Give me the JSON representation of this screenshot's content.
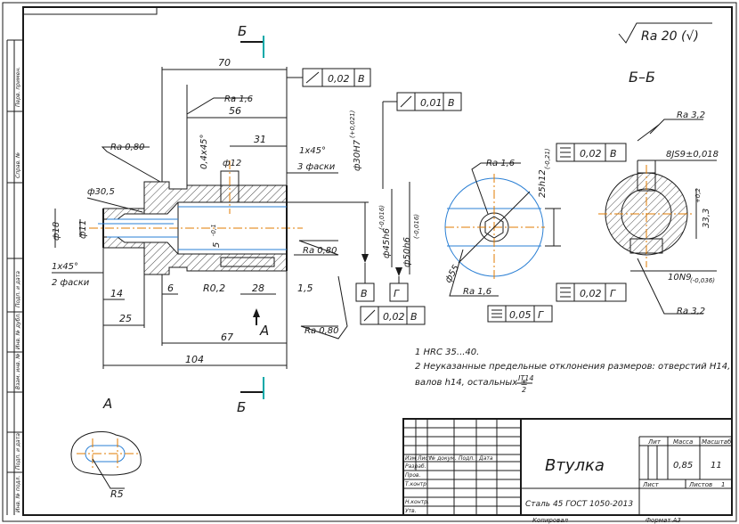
{
  "roughness": "Ra 20 (√)",
  "section_title": "Б–Б",
  "section_mark": "Б",
  "view_label": "А",
  "dims": {
    "d70": "70",
    "d56": "56",
    "d31": "31",
    "d67": "67",
    "d104": "104",
    "d25": "25",
    "d14": "14",
    "d6": "6",
    "d28": "28",
    "d15": "1,5",
    "r02": "R0,2",
    "d18": "ф18",
    "d11": "ф11",
    "d305": "ф30,5",
    "d12": "ф12",
    "d5": "5",
    "d5tol": "-0,1",
    "ch_inner": "0,4х45°",
    "ch_outer1": "1х45°",
    "ch_outer1b": "3 фаски",
    "ch_left1": "1х45°",
    "ch_left1b": "2 фаски",
    "d30": "ф30Н7",
    "d30tol": "(+0,021)",
    "d45": "ф45h6",
    "d45tol": "(-0,016)",
    "d50": "ф50h6",
    "d50tol": "(-0,016)",
    "key25": "25h12",
    "key25tol": "(-0,21)",
    "d55": "ф55",
    "sec333": "33,3",
    "sec333tol": "+0,2",
    "js9": "8JS9±0,018",
    "n9": "10N9",
    "n9tol": "(-0,036)",
    "r5": "R5"
  },
  "ra": {
    "r080a": "Ra 0,80",
    "r16a": "Ra 1,6",
    "r080b": "Ra 0,80",
    "r080c": "Ra 0,80",
    "r16b": "Ra 1,6",
    "r16c": "Ra 1,6",
    "r32a": "Ra 3,2",
    "r32b": "Ra 3,2"
  },
  "tol_frames": {
    "f1_val": "0,02",
    "f1_base": "В",
    "f2_val": "0,01",
    "f2_base": "В",
    "f3_val": "0,02",
    "f3_base": "В",
    "f4_val": "0,05",
    "f4_base": "Г",
    "f5_val": "0,02",
    "f5_base": "В",
    "f6_val": "0,02",
    "f6_base": "Г"
  },
  "datums": {
    "v": "В",
    "g": "Г"
  },
  "notes": {
    "n1": "1 HRC 35...40.",
    "n2": "2 Неуказанные предельные отклонения размеров: отверстий Н14,",
    "n3": "валов h14, остальных ±",
    "frac_top": "IT14",
    "frac_bot": "2"
  },
  "title_block": {
    "name": "Втулка",
    "material": "Сталь 45 ГОСТ 1050-2013",
    "lit_h": "Лит",
    "mass_h": "Масса",
    "scale_h": "Масштаб",
    "mass": "0,85",
    "scale": "11",
    "sheet": "Лист",
    "sheets": "Листов",
    "sheets_n": "1",
    "col_izm": "Изм",
    "col_list": "Лист",
    "col_doc": "№ докум.",
    "col_sign": "Подп.",
    "col_date": "Дата",
    "row_razrab": "Разраб.",
    "row_prov": "Пров.",
    "row_tkontr": "Т.контр.",
    "row_nkontr": "Н.контр.",
    "row_utv": "Утв.",
    "copied": "Копировал",
    "format": "Формат А3"
  },
  "side_strip": [
    "Перв. примен.",
    "Справ. №",
    "Подп. и дата",
    "Инв. № дубл.",
    "Взам. инв. №",
    "Подп. и дата",
    "Инв. № подл."
  ]
}
